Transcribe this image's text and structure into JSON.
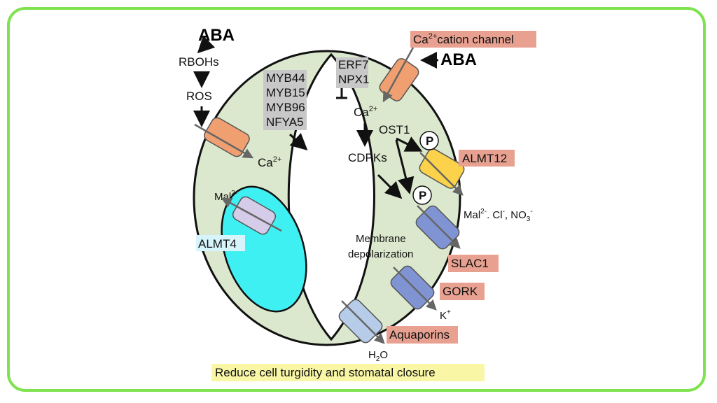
{
  "left": {
    "aba": "ABA",
    "rbohs": "RBOHs",
    "ros": "ROS",
    "ca": "Ca",
    "ca_sup": "2+",
    "tf": [
      "MYB44",
      "MYB15",
      "MYB96",
      "NFYA5"
    ],
    "mal": "Mal",
    "mal_sup": "2-",
    "almt4": "ALMT4"
  },
  "right": {
    "channel": "Ca",
    "channel_sup": "2+",
    "channel_rest": "cation channel",
    "aba": "ABA",
    "erf7": "ERF7",
    "npx1": "NPX1",
    "ca": "Ca",
    "ca_sup": "2+",
    "ost1": "OST1",
    "cdpks": "CDPKs",
    "p": "P",
    "almt12": "ALMT12",
    "ions_mal": "Mal",
    "ions_mal_sup": "2-",
    "ions_cl": ". Cl",
    "ions_cl_sup": "-",
    "ions_no3": ", NO",
    "ions_no3_sub": "3",
    "ions_no3_sup": "-",
    "membrane1": "Membrane",
    "membrane2": "depolarization",
    "slac1": "SLAC1",
    "gork": "GORK",
    "k": "K",
    "k_sup": "+",
    "aquaporins": "Aquaporins",
    "h2o_h": "H",
    "h2o_sub": "2",
    "h2o_o": "O"
  },
  "caption": "Reduce cell turgidity and stomatal closure",
  "colors": {
    "border": "#7fe24f",
    "cell_fill": "#dbe8cd",
    "vacuole": "#3ff0f2",
    "label_red": "#e8a090",
    "label_gray": "#c8c8c8",
    "label_blue": "#d6f4fb",
    "label_yellow": "#f9f7a6",
    "channel_orange": "#f0a070",
    "channel_lilac": "#d4cce8",
    "channel_yellow": "#fbd24a",
    "channel_blue": "#8094d4",
    "channel_lightblue": "#b6cce8"
  }
}
